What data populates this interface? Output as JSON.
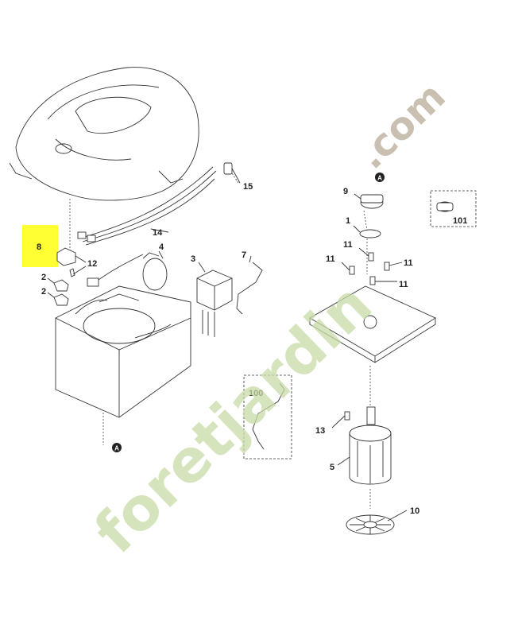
{
  "labels": {
    "l15": "15",
    "l14": "14",
    "l8": "8",
    "l12": "12",
    "l4": "4",
    "l3": "3",
    "l7": "7",
    "l2a": "2",
    "l2b": "2",
    "l9": "9",
    "l1": "1",
    "l101": "101",
    "l11a": "11",
    "l11b": "11",
    "l11c": "11",
    "l11d": "11",
    "l100": "100",
    "l13": "13",
    "l5": "5",
    "l10": "10",
    "ref_a1": "A",
    "ref_a2": "A"
  },
  "watermark": {
    "main": "foretjardin",
    "suffix": ".com"
  },
  "colors": {
    "highlight": "#ffff33",
    "watermark_green": "#c9dca8",
    "watermark_taupe": "#b8ac98"
  }
}
